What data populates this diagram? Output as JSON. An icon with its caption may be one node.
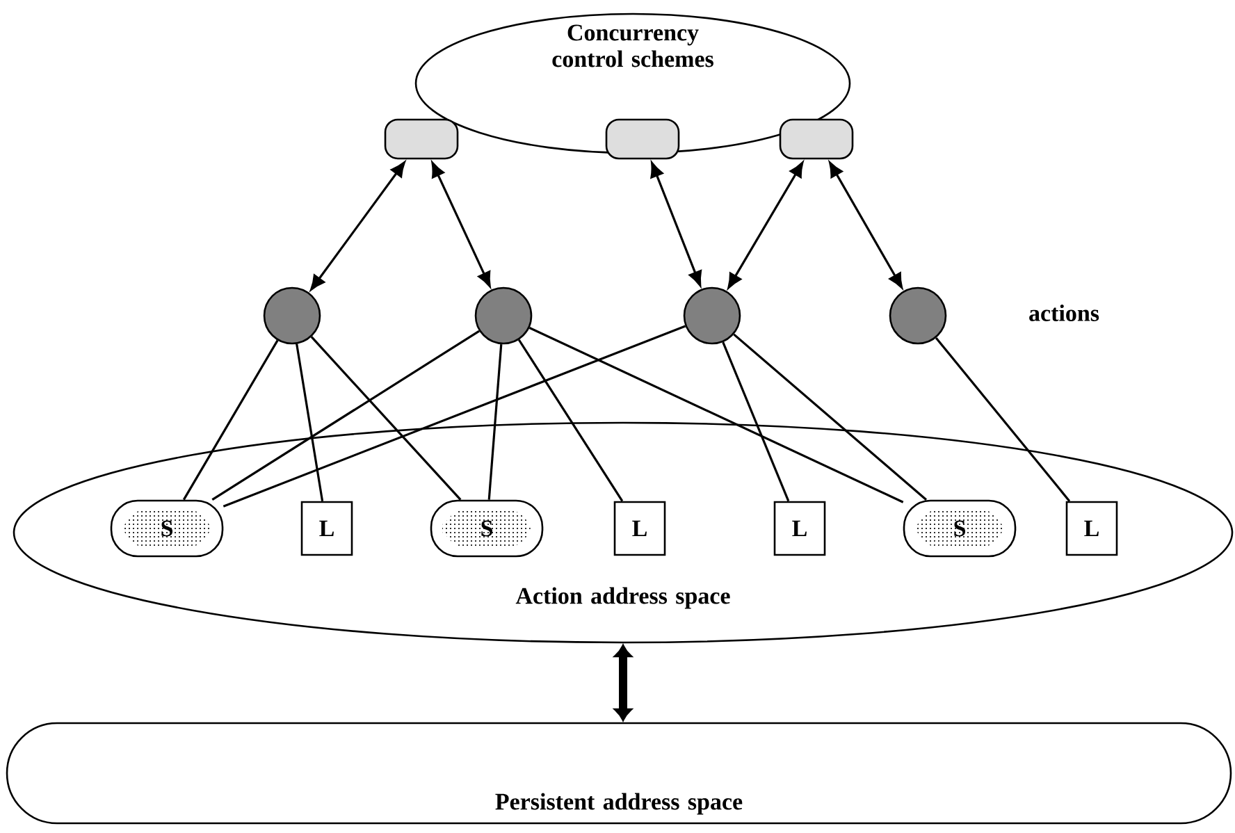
{
  "diagram": {
    "nodes": [
      {
        "text": [
          "Concurrency control schemes"
        ]
      },
      {
        "text": [],
        "shape": "box",
        "in": 0
      },
      {
        "text": [],
        "shape": "box",
        "in": 0
      },
      {
        "text": [],
        "shape": "box",
        "in": 0
      },
      {
        "text": [],
        "shape": "circle"
      },
      {
        "text": [],
        "shape": "circle"
      },
      {
        "text": [],
        "shape": "circle"
      },
      {
        "text": [],
        "shape": "circle"
      },
      {
        "text": [
          "Action address space"
        ]
      },
      {
        "text": [
          "S"
        ],
        "in": 8
      },
      {
        "text": [
          "L"
        ],
        "in": 8
      },
      {
        "text": [
          "S"
        ],
        "in": 8
      },
      {
        "text": [
          "L"
        ],
        "in": 8
      },
      {
        "text": [
          "L"
        ],
        "in": 8
      },
      {
        "text": [
          "S"
        ],
        "in": 8
      },
      {
        "text": [
          "L"
        ],
        "in": 8
      },
      {
        "text": [
          "Persistent address space"
        ]
      }
    ],
    "edges": [
      {
        "from": 1,
        "to": 4,
        "arrow": "both"
      },
      {
        "from": 1,
        "to": 5,
        "arrow": "both"
      },
      {
        "from": 2,
        "to": 6,
        "arrow": "both"
      },
      {
        "from": 3,
        "to": 6,
        "arrow": "both"
      },
      {
        "from": 3,
        "to": 7,
        "arrow": "both"
      },
      {
        "from": 4,
        "to": 9,
        "arrow": "none"
      },
      {
        "from": 4,
        "to": 10,
        "arrow": "none"
      },
      {
        "from": 4,
        "to": 11,
        "arrow": "none"
      },
      {
        "from": 5,
        "to": 9,
        "arrow": "none"
      },
      {
        "from": 5,
        "to": 11,
        "arrow": "none"
      },
      {
        "from": 5,
        "to": 12,
        "arrow": "none"
      },
      {
        "from": 5,
        "to": 14,
        "arrow": "none"
      },
      {
        "from": 6,
        "to": 9,
        "arrow": "none"
      },
      {
        "from": 6,
        "to": 13,
        "arrow": "none"
      },
      {
        "from": 6,
        "to": 14,
        "arrow": "none"
      },
      {
        "from": 7,
        "to": 15,
        "arrow": "none"
      },
      {
        "from": 8,
        "to": 16,
        "arrow": "both",
        "style": "thick"
      }
    ],
    "labels": [
      "actions"
    ]
  }
}
